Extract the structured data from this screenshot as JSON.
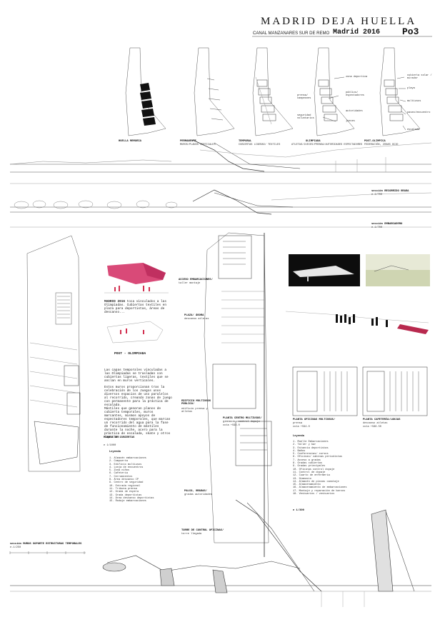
{
  "header": {
    "title": "MADRID DEJA HUELLA",
    "subtitle": "CANAL MANZANARES SUR DE REMO",
    "event": "Madrid 2016",
    "code": "Po3"
  },
  "phases": [
    {
      "title": "HUELLA MEMORIA",
      "caption": ""
    },
    {
      "title": "PERMANENTE",
      "caption": "MUROS/PLANOS VERTICALES"
    },
    {
      "title": "TEMPORAL",
      "caption": "CUBIERTAS LIGERAS/ TEXTILES"
    },
    {
      "title": "OLIMPIADA",
      "caption": "ATLETAS/JUECES/PRENSA/AUTORIDADES ESPECTADORES"
    },
    {
      "title": "POST-OLIMPICA",
      "caption": "FEDERACIÓN, ZONAS OCIO"
    }
  ],
  "phase_labels": {
    "olimpiada": [
      "zona deportiva",
      "prensa/ campeones",
      "público/ espectadores",
      "seguridad voluntarios",
      "autoridades",
      "jueces"
    ],
    "post": [
      "cubierta solar / mirador",
      "playa",
      "multiusos",
      "paseo/encuentro",
      "escalada"
    ]
  },
  "sections": [
    {
      "label": "sección RECORRIDO GRADA",
      "scale": "e.1/700"
    },
    {
      "label": "sección EMBARCADERO",
      "scale": "e.1/700"
    }
  ],
  "concept": {
    "heading1": "MADRID 2016",
    "text1": "toca vinculados a las Olimpiadas. Cubiertas textiles en plaza para deportistas, áreas de descanso...",
    "heading2": "POST - OLIMPIADA",
    "text2": "Las capas temporales vinculadas a las Olimpiadas se trasladan con cubiertas ligeras, textiles que se anclan en muros verticales.",
    "text3": "Estos muros proporcionan tras la celebración de los Juegos unos diversos espacios de uso paralelos al recorrido, creando zonas de juego con permanente para la práctica de escalada.",
    "text4": "Mástiles que generan planos de cubierta temporales, muros marcantes, mismos apoyos de espectadores temporales, que marcan un recorrido del agua para la fase de funcionamiento de mástiles durante la noche, acero para la práctica de escalada, skate y otros deportes."
  },
  "plan_labels": {
    "plan_cubiertas": "PLANTA DE CUBIERTAS",
    "plan_scale": "e 1/1000",
    "legend_title": "Leyenda",
    "legend_left": [
      "1. Almacén embarcaciones",
      "2. Compuerta",
      "3. Edificio multiusos",
      "4. Lonja de encuentros",
      "5. Zona niños",
      "6. Cafetería",
      "7. Cerramientos",
      "8. Área descanso CP",
      "9. Centro de seguridad",
      "10. Entrada regional",
      "11. Tribuna prensa",
      "12. Grada de espera",
      "13. Grada deportistas",
      "14. Área descanso deportistas",
      "15. Rodaje embarcaciones"
    ],
    "callout_1": "ACCESO EMBARCACIONES/",
    "callout_1b": "taller montaje",
    "callout_2": "PLAZA/ ÁGORA",
    "callout_2b": "descanso atletas",
    "callout_3": "EDIFICIO MULTIUSOS PÚBLICO/",
    "callout_3b": "edificio prensa y atletas",
    "callout_4": "PLANTA CENTRO MULTIUSOS/",
    "callout_4b": "gimnasio, control dopaje",
    "callout_4c": "cota +594.0",
    "callout_5": "PALCO, GRADAS/",
    "callout_5b": "gradas autoridades",
    "callout_6": "TORRE DE CONTROL OFICINAS/",
    "callout_6b": "torre llegada",
    "callout_7": "PLANTA OFICINAS MULTIUSOS/",
    "callout_7b": "prensa",
    "callout_7c": "cota +594.0",
    "callout_8": "PLANTA CAFETERÍA/LONJAS",
    "callout_8b": "descanso atletas",
    "callout_8c": "cota +586.50",
    "legend_right": [
      "1. Muelle Embarcaciones",
      "2. Taller y bar",
      "3. Estancia deportistas",
      "4. Baños",
      "5. Conferencias/ cursos",
      "6. Oficinas/ cabinas periodistas",
      "7. Acceso a gradas",
      "8. Gradas cubiertas",
      "9. Gradas principales",
      "10. Oficinas control dopaje",
      "11. Control de dopaje",
      "12. Cuarto de enfermería",
      "13. Gimnasio",
      "14. Almacén de piezas canotaje",
      "15. Almacenamiento",
      "16. Almacenamiento de embarcaciones",
      "17. Montaje y reparación de barcos",
      "18. Vestuarios / vestuarios"
    ],
    "right_scale": "e 1/300",
    "section_bottom": "sección MUROS SOPORTE ESTRUCTURAS TEMPORALES",
    "section_bottom_scale": "e.1/250"
  }
}
